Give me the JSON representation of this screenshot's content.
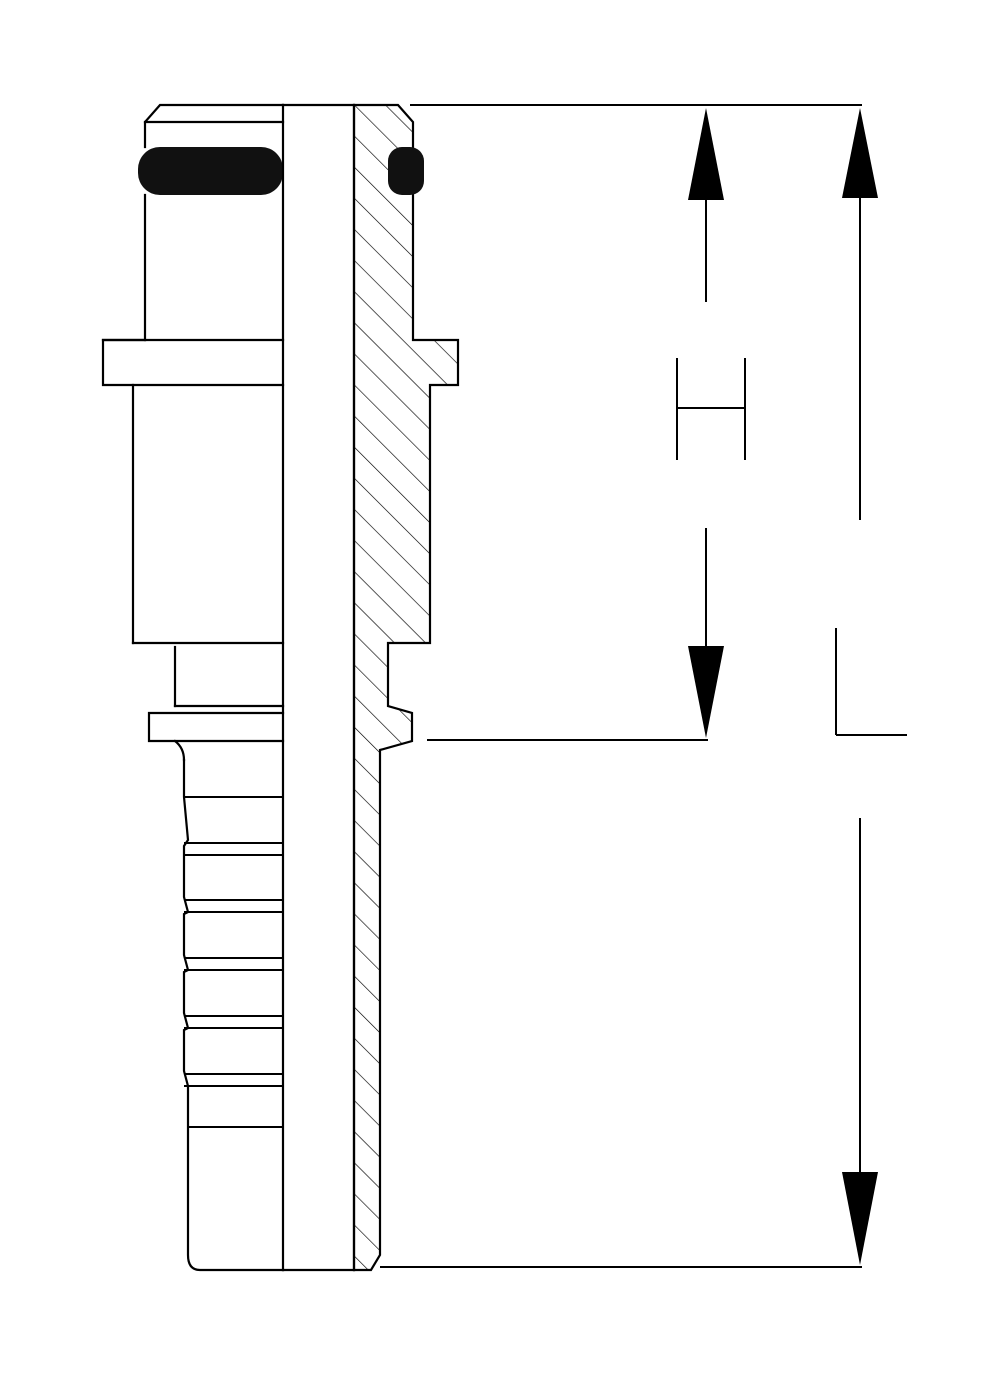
{
  "diagram": {
    "dimensions": [
      {
        "id": "H",
        "label": "H"
      },
      {
        "id": "L",
        "label": "L"
      }
    ],
    "colors": {
      "line": "#000000",
      "background": "#ffffff",
      "oring": "#111111"
    }
  }
}
